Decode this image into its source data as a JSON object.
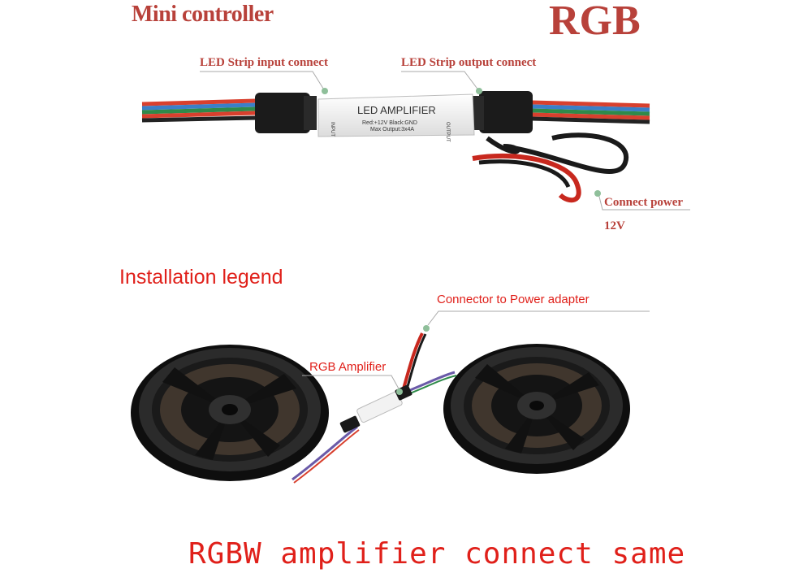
{
  "header": {
    "mini_controller": "Mini controller",
    "rgb": "RGB"
  },
  "top_diagram": {
    "input_label": "LED Strip input connect",
    "output_label": "LED Strip output connect",
    "power_label": "Connect power",
    "voltage": "12V",
    "amplifier_name": "LED AMPLIFIER",
    "amplifier_spec1": "Red:+12V  Black:GND",
    "amplifier_spec2": "Max Output:3x4A",
    "port_in": "INPUT",
    "port_out": "OUTPUT"
  },
  "installation": {
    "title": "Installation legend",
    "adapter_label": "Connector to Power adapter",
    "amplifier_label": "RGB Amplifier"
  },
  "footer": {
    "note": "RGBW amplifier connect same"
  },
  "colors": {
    "title_red": "#b8413a",
    "label_red": "#e0201a"
  }
}
